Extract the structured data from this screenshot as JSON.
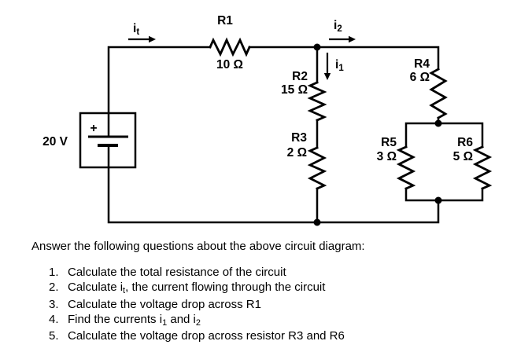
{
  "circuit": {
    "source": {
      "label": "20 V",
      "plus": "+"
    },
    "resistors": {
      "r1": {
        "name": "R1",
        "value": "10 Ω"
      },
      "r2": {
        "name": "R2",
        "value": "15 Ω"
      },
      "r3": {
        "name": "R3",
        "value": "2 Ω"
      },
      "r4": {
        "name": "R4",
        "value": "6 Ω"
      },
      "r5": {
        "name": "R5",
        "value": "3 Ω"
      },
      "r6": {
        "name": "R6",
        "value": "5 Ω"
      }
    },
    "currents": {
      "it": {
        "base": "i",
        "sub": "t"
      },
      "i1": {
        "base": "i",
        "sub": "1"
      },
      "i2": {
        "base": "i",
        "sub": "2"
      }
    },
    "colors": {
      "line": "#000000",
      "background": "#ffffff"
    }
  },
  "questions": {
    "intro": "Answer the following questions about the above circuit diagram:",
    "items": [
      {
        "num": "1.",
        "text": "Calculate the total resistance of the circuit"
      },
      {
        "num": "2.",
        "pre": "Calculate i",
        "sub": "t",
        "post": ", the current flowing through the circuit"
      },
      {
        "num": "3.",
        "text": "Calculate the voltage drop across R1"
      },
      {
        "num": "4.",
        "pre": "Find the currents i",
        "sub1": "1",
        "mid": " and i",
        "sub2": "2",
        "post": ""
      },
      {
        "num": "5.",
        "text": "Calculate the voltage drop across resistor R3 and R6"
      }
    ]
  }
}
